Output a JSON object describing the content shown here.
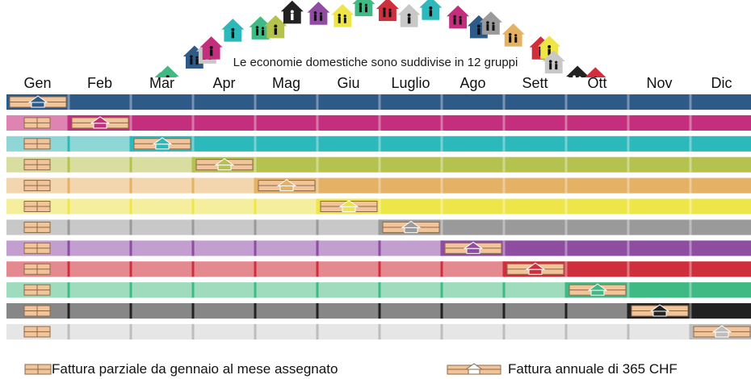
{
  "subtitle": "Le economie domestiche sono suddivise in 12 gruppi",
  "months": [
    "Gen",
    "Feb",
    "Mar",
    "Apr",
    "Mag",
    "Giu",
    "Luglio",
    "Ago",
    "Sett",
    "Ott",
    "Nov",
    "Dic"
  ],
  "groups": [
    {
      "dark": "#2e5a87",
      "light": "#2e5a87"
    },
    {
      "dark": "#c42f7d",
      "light": "#de83b2"
    },
    {
      "dark": "#2bb9bb",
      "light": "#8fd7d6"
    },
    {
      "dark": "#b5c34e",
      "light": "#d8dea0"
    },
    {
      "dark": "#e4b165",
      "light": "#f3d6ad"
    },
    {
      "dark": "#eee648",
      "light": "#f5ee9c"
    },
    {
      "dark": "#9a9a9a",
      "light": "#c8c8c8"
    },
    {
      "dark": "#8e4da0",
      "light": "#c39fd0"
    },
    {
      "dark": "#cf2f3d",
      "light": "#e58990"
    },
    {
      "dark": "#3fba84",
      "light": "#9fdcbd"
    },
    {
      "dark": "#222222",
      "light": "#878787"
    },
    {
      "dark": "#bdbdbd",
      "light": "#e6e6e6"
    }
  ],
  "legend": {
    "partial": "Fattura parziale da gennaio al mese assegnato",
    "annual": "Fattura annuale di 365 CHF"
  },
  "colors": {
    "envelope_fill": "#f2c49a",
    "envelope_stroke": "#8a6a4a",
    "separator_mark": "#ffffff"
  },
  "header_houses": [
    {
      "color": "#eee648",
      "icon": "family-icon"
    },
    {
      "color": "#c42f7d",
      "icon": "family-icon"
    },
    {
      "color": "#8e4da0",
      "icon": "family-icon"
    },
    {
      "color": "#2bb9bb",
      "icon": "person-icon"
    },
    {
      "color": "#3fba84",
      "icon": "family-icon"
    },
    {
      "color": "#3fba84",
      "icon": "person-icon"
    },
    {
      "color": "#2e5a87",
      "icon": "family-icon"
    },
    {
      "color": "#c8c8c8",
      "icon": "family-icon"
    },
    {
      "color": "#c42f7d",
      "icon": "person-icon"
    },
    {
      "color": "#2bb9bb",
      "icon": "person-icon"
    },
    {
      "color": "#3fba84",
      "icon": "family-icon"
    },
    {
      "color": "#b5c34e",
      "icon": "person-icon"
    },
    {
      "color": "#222222",
      "icon": "person-icon"
    },
    {
      "color": "#8e4da0",
      "icon": "family-icon"
    },
    {
      "color": "#eee648",
      "icon": "family-icon"
    },
    {
      "color": "#3fba84",
      "icon": "family-icon"
    },
    {
      "color": "#cf2f3d",
      "icon": "family-icon"
    },
    {
      "color": "#c8c8c8",
      "icon": "person-icon"
    },
    {
      "color": "#2bb9bb",
      "icon": "person-icon"
    },
    {
      "color": "#c42f7d",
      "icon": "family-icon"
    },
    {
      "color": "#2e5a87",
      "icon": "person-icon"
    },
    {
      "color": "#9a9a9a",
      "icon": "family-icon"
    },
    {
      "color": "#e4b165",
      "icon": "family-icon"
    },
    {
      "color": "#cf2f3d",
      "icon": "person-icon"
    },
    {
      "color": "#eee648",
      "icon": "person-icon"
    },
    {
      "color": "#c8c8c8",
      "icon": "family-icon"
    },
    {
      "color": "#222222",
      "icon": "family-icon"
    },
    {
      "color": "#cf2f3d",
      "icon": "person-icon"
    },
    {
      "color": "#eee648",
      "icon": "family-icon"
    },
    {
      "color": "#2bb9bb",
      "icon": "person-icon"
    },
    {
      "color": "#9a9a9a",
      "icon": "wheelchair-icon"
    },
    {
      "color": "#222222",
      "icon": "person-icon"
    }
  ]
}
